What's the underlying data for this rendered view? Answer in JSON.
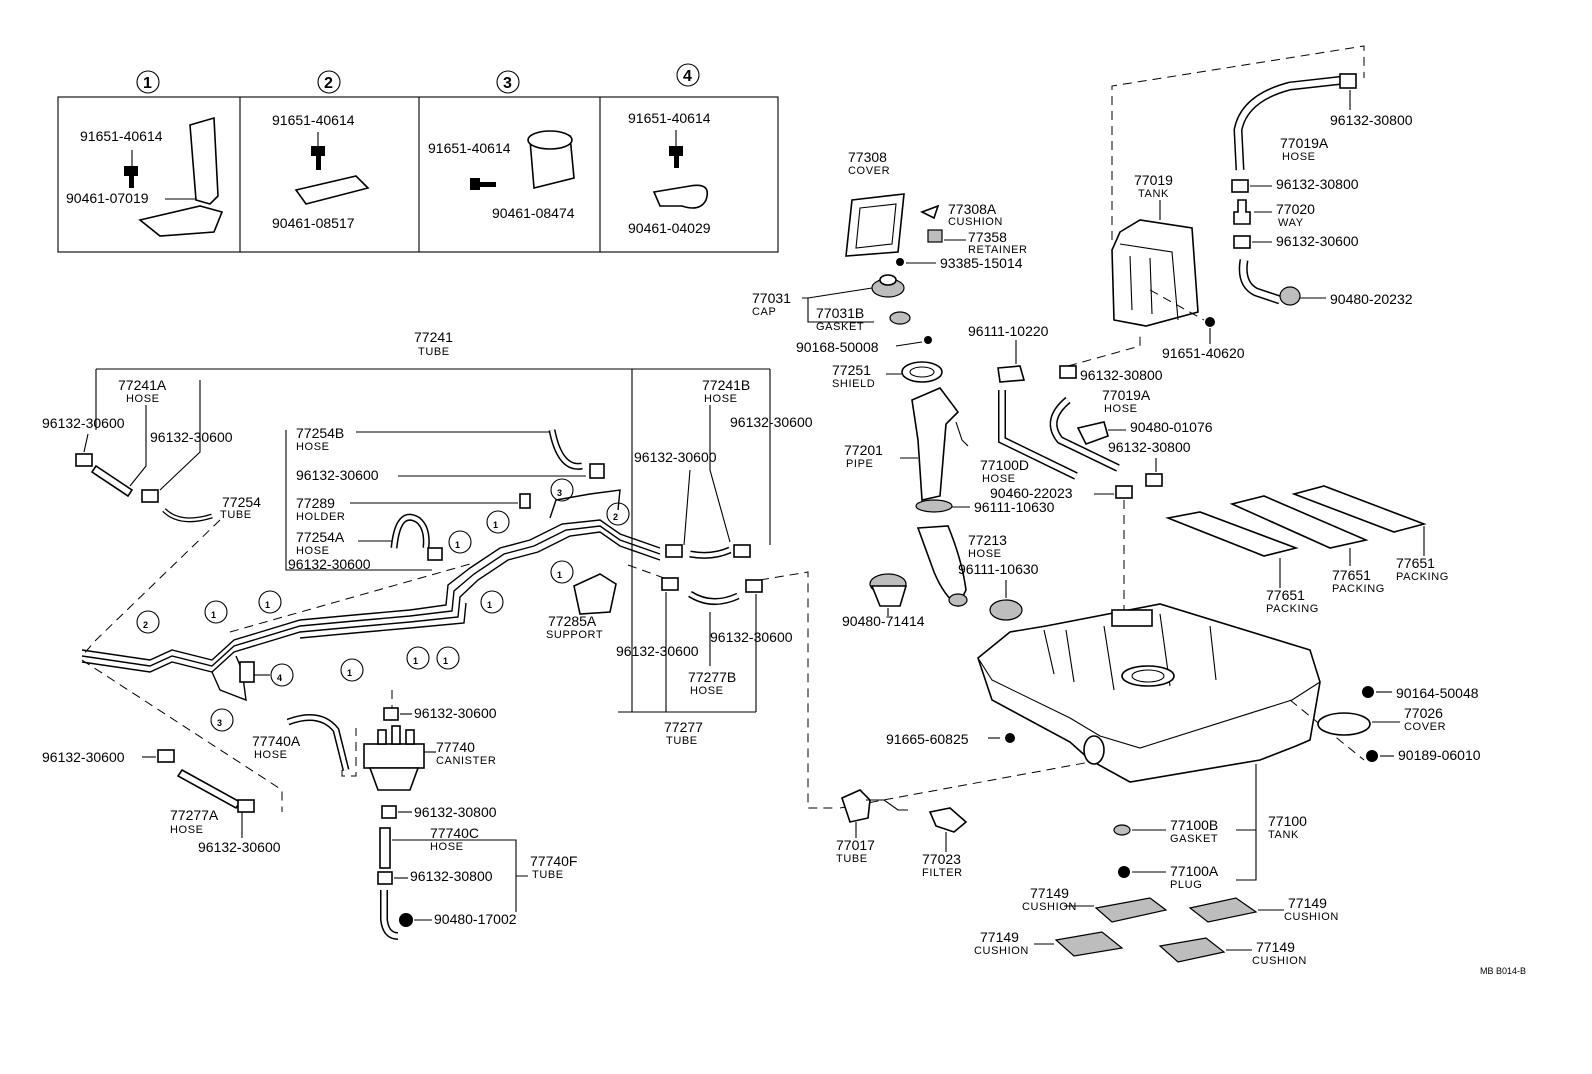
{
  "detail_boxes": [
    {
      "number": "1",
      "parts": [
        "91651-40614",
        "90461-07019"
      ]
    },
    {
      "number": "2",
      "parts": [
        "91651-40614",
        "90461-08517"
      ]
    },
    {
      "number": "3",
      "parts": [
        "91651-40614",
        "90461-08474"
      ]
    },
    {
      "number": "4",
      "parts": [
        "91651-40614",
        "90461-04029"
      ]
    }
  ],
  "groups": {
    "tube_77241": {
      "number": "77241",
      "name": "TUBE"
    },
    "tube_77277": {
      "number": "77277",
      "name": "TUBE"
    },
    "tube_77740F": {
      "number": "77740F",
      "name": "TUBE"
    },
    "tank_77100": {
      "number": "77100",
      "name": "TANK"
    },
    "cap_77031": {
      "number": "77031",
      "name": "CAP"
    }
  },
  "labels": {
    "p77241A": {
      "number": "77241A",
      "name": "HOSE"
    },
    "p77241B": {
      "number": "77241B",
      "name": "HOSE"
    },
    "p77254B": {
      "number": "77254B",
      "name": "HOSE"
    },
    "p77254": {
      "number": "77254",
      "name": "TUBE"
    },
    "p77289": {
      "number": "77289",
      "name": "HOLDER"
    },
    "p77254A": {
      "number": "77254A",
      "name": "HOSE"
    },
    "p77285A": {
      "number": "77285A",
      "name": "SUPPORT"
    },
    "p77277B": {
      "number": "77277B",
      "name": "HOSE"
    },
    "p77277A": {
      "number": "77277A",
      "name": "HOSE"
    },
    "p77740A": {
      "number": "77740A",
      "name": "HOSE"
    },
    "p77740": {
      "number": "77740",
      "name": "CANISTER"
    },
    "p77740C": {
      "number": "77740C",
      "name": "HOSE"
    },
    "p77308": {
      "number": "77308",
      "name": "COVER"
    },
    "p77308A": {
      "number": "77308A",
      "name": "CUSHION"
    },
    "p77358": {
      "number": "77358",
      "name": "RETAINER"
    },
    "p77031B": {
      "number": "77031B",
      "name": "GASKET"
    },
    "p77251": {
      "number": "77251",
      "name": "SHIELD"
    },
    "p77201": {
      "number": "77201",
      "name": "PIPE"
    },
    "p77213": {
      "number": "77213",
      "name": "HOSE"
    },
    "p77100D": {
      "number": "77100D",
      "name": "HOSE"
    },
    "p77019": {
      "number": "77019",
      "name": "TANK"
    },
    "p77019A_top": {
      "number": "77019A",
      "name": "HOSE"
    },
    "p77020": {
      "number": "77020",
      "name": "WAY"
    },
    "p77019A_mid": {
      "number": "77019A",
      "name": "HOSE"
    },
    "p77651_1": {
      "number": "77651",
      "name": "PACKING"
    },
    "p77651_2": {
      "number": "77651",
      "name": "PACKING"
    },
    "p77651_3": {
      "number": "77651",
      "name": "PACKING"
    },
    "p77026": {
      "number": "77026",
      "name": "COVER"
    },
    "p77100B": {
      "number": "77100B",
      "name": "GASKET"
    },
    "p77100A": {
      "number": "77100A",
      "name": "PLUG"
    },
    "p77017": {
      "number": "77017",
      "name": "TUBE"
    },
    "p77023": {
      "number": "77023",
      "name": "FILTER"
    },
    "p77149_1": {
      "number": "77149",
      "name": "CUSHION"
    },
    "p77149_2": {
      "number": "77149",
      "name": "CUSHION"
    },
    "p77149_3": {
      "number": "77149",
      "name": "CUSHION"
    },
    "p77149_4": {
      "number": "77149",
      "name": "CUSHION"
    }
  },
  "part_numbers": {
    "n96132_30600_a": "96132-30600",
    "n96132_30600_b": "96132-30600",
    "n96132_30600_c": "96132-30600",
    "n96132_30600_d": "96132-30600",
    "n96132_30600_e": "96132-30600",
    "n96132_30600_f": "96132-30600",
    "n96132_30600_g": "96132-30600",
    "n96132_30600_h": "96132-30600",
    "n96132_30600_i": "96132-30600",
    "n96132_30600_j": "96132-30600",
    "n96132_30600_k": "96132-30600",
    "n96132_30600_l": "96132-30600",
    "n96132_30800_a": "96132-30800",
    "n96132_30800_b": "96132-30800",
    "n96132_30800_c": "96132-30800",
    "n96132_30800_d": "96132-30800",
    "n96132_30800_e": "96132-30800",
    "n96132_30800_f": "96132-30800",
    "n90480_17002": "90480-17002",
    "n93385_15014": "93385-15014",
    "n90168_50008": "90168-50008",
    "n96111_10220": "96111-10220",
    "n96111_10630_a": "96111-10630",
    "n96111_10630_b": "96111-10630",
    "n90460_22023": "90460-22023",
    "n90480_01076": "90480-01076",
    "n90480_71414": "90480-71414",
    "n90480_20232": "90480-20232",
    "n91651_40620": "91651-40620",
    "n90164_50048": "90164-50048",
    "n90189_06010": "90189-06010",
    "n91665_60825": "91665-60825"
  },
  "clamp_refs": [
    "1",
    "1",
    "1",
    "1",
    "1",
    "1",
    "1",
    "1",
    "1",
    "2",
    "2",
    "3",
    "3",
    "4"
  ],
  "figure_code": "MB B014-B"
}
